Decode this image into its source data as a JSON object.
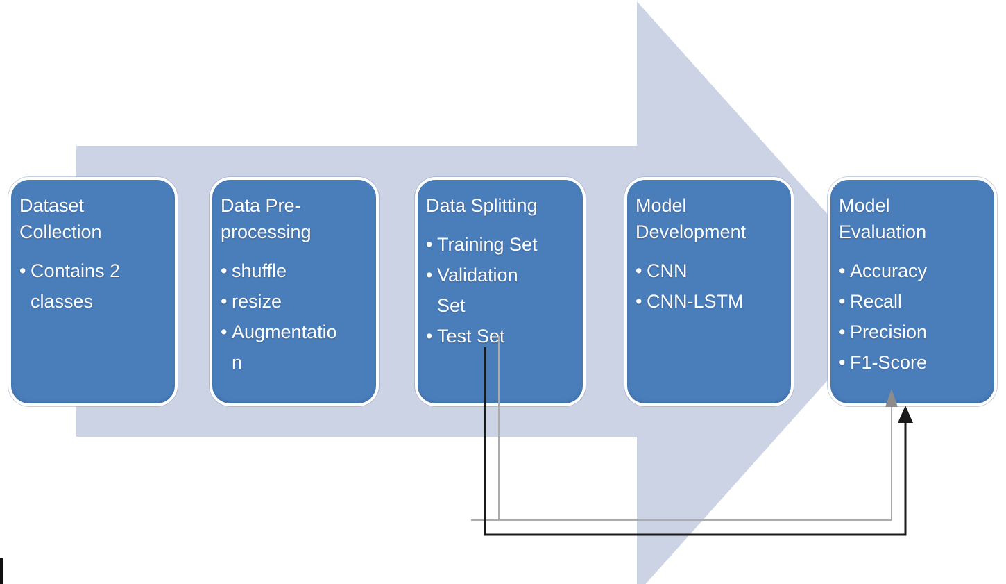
{
  "figure_title": "Model workflow pipeline diagram",
  "bullet_glyph": "•",
  "colors": {
    "background": "#ffffff",
    "box-fill": "#4a7ebb",
    "box-border": "#ffffff",
    "arrow-fill": "#ccd3e4",
    "text": "#ffffff",
    "line-black": "#1a1a1a",
    "line-gray": "#ababab",
    "head-gray": "#8c8c8c"
  },
  "boxes": [
    {
      "title": "Dataset Collection",
      "bullets": [
        "Contains 2 classes"
      ]
    },
    {
      "title": "Data Pre-processing",
      "bullets": [
        "shuffle",
        "resize",
        "Augmentation"
      ]
    },
    {
      "title": "Data Splitting",
      "bullets": [
        "Training Set",
        "Validation Set",
        "Test Set"
      ]
    },
    {
      "title": "Model Development",
      "bullets": [
        "CNN",
        "CNN-LSTM"
      ]
    },
    {
      "title": "Model Evaluation",
      "bullets": [
        "Accuracy",
        "Recall",
        "Precision",
        "F1-Score"
      ]
    }
  ],
  "connectors": [
    {
      "name": "test-set-to-evaluation-gray",
      "from": "Test Set",
      "to": "Model Evaluation"
    },
    {
      "name": "test-set-to-evaluation-black",
      "from": "Test Set",
      "to": "Model Evaluation"
    }
  ]
}
